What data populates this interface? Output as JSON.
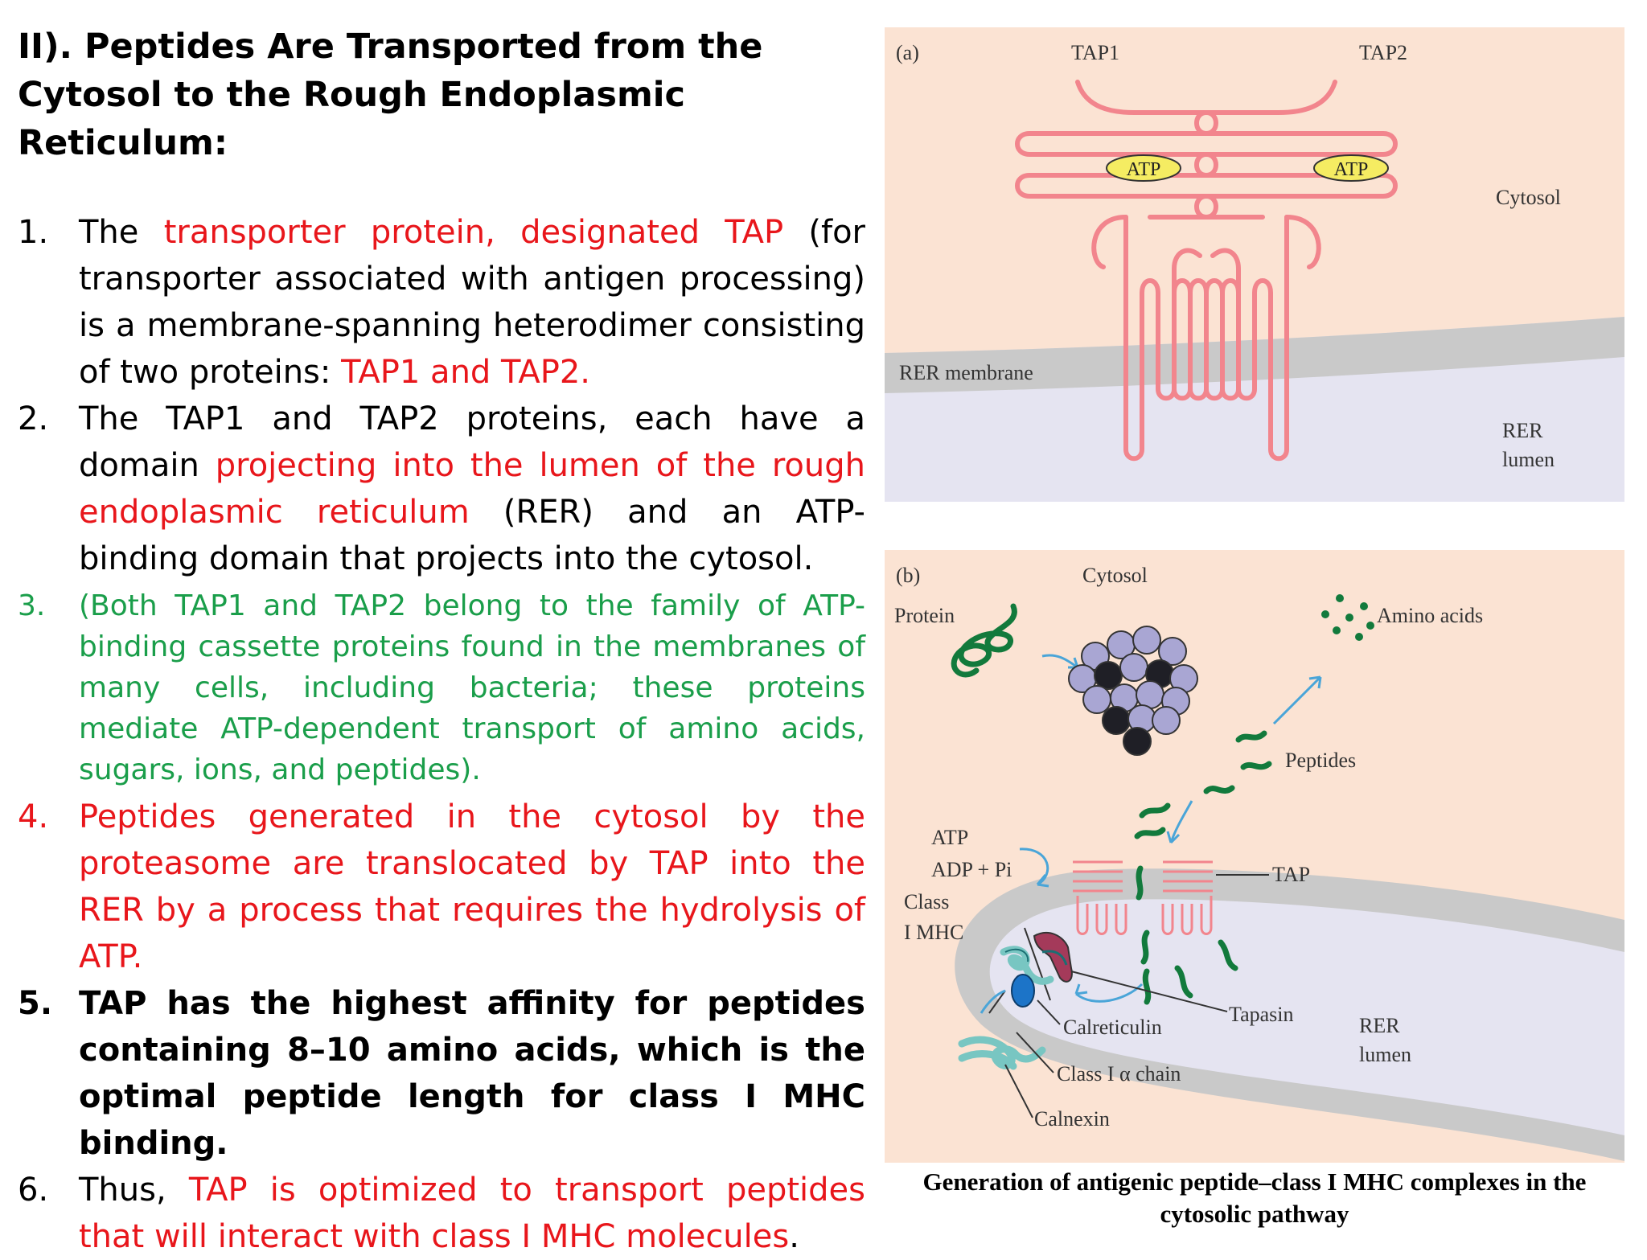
{
  "heading": "II). Peptides Are Transported from the Cytosol to the Rough Endoplasmic Reticulum:",
  "items": [
    {
      "num": "1.",
      "parts": [
        {
          "text": "The ",
          "color": "black"
        },
        {
          "text": "transporter protein, designated TAP",
          "color": "red"
        },
        {
          "text": " (for transporter associated with antigen processing) is a membrane-spanning heterodimer consisting of two proteins: ",
          "color": "black"
        },
        {
          "text": "TAP1 and TAP2.",
          "color": "red"
        }
      ]
    },
    {
      "num": "2.",
      "parts": [
        {
          "text": "The TAP1 and TAP2 proteins, each have a domain ",
          "color": "black"
        },
        {
          "text": "projecting into the lumen of the rough endoplasmic reticulum",
          "color": "red"
        },
        {
          "text": " (RER) and an ATP-binding domain that projects into the cytosol.",
          "color": "black"
        }
      ]
    },
    {
      "num": "3.",
      "parts": [
        {
          "text": "(Both TAP1 and TAP2 belong to the family of ATP-binding cassette proteins found in the membranes of many cells, including bacteria; these proteins mediate ATP-dependent transport of amino acids, sugars, ions, and peptides).",
          "color": "green"
        }
      ]
    },
    {
      "num": "4.",
      "parts": [
        {
          "text": "Peptides generated in the cytosol by the proteasome are translocated by TAP into the RER by a process that requires the hydrolysis of ATP.",
          "color": "red"
        }
      ]
    },
    {
      "num": "5.",
      "parts": [
        {
          "text": "TAP has the highest affinity for peptides containing 8–10 amino acids, which is the optimal peptide length for class I MHC binding.",
          "color": "bold"
        }
      ]
    },
    {
      "num": "6.",
      "parts": [
        {
          "text": "Thus, ",
          "color": "black"
        },
        {
          "text": "TAP is optimized to transport peptides that will interact with class I MHC molecules",
          "color": "red"
        },
        {
          "text": ".",
          "color": "black"
        }
      ]
    }
  ],
  "figure_a": {
    "label": "(a)",
    "tap1": "TAP1",
    "tap2": "TAP2",
    "atp": "ATP",
    "cytosol": "Cytosol",
    "membrane": "RER membrane",
    "lumen_1": "RER",
    "lumen_2": "lumen"
  },
  "figure_b": {
    "label": "(b)",
    "cytosol": "Cytosol",
    "protein": "Protein",
    "amino_acids": "Amino acids",
    "peptides": "Peptides",
    "atp": "ATP",
    "adp": "ADP + Pi",
    "tap": "TAP",
    "class_1": "Class",
    "class_2": "I MHC",
    "tapasin": "Tapasin",
    "calreticulin": "Calreticulin",
    "alpha_chain": "Class I α chain",
    "calnexin": "Calnexin",
    "lumen_1": "RER",
    "lumen_2": "lumen"
  },
  "caption": "Generation of antigenic peptide–class I MHC complexes in the cytosolic pathway",
  "colors": {
    "red": "#e8161b",
    "green": "#1a9e4a",
    "panel_bg": "#fbe3d3",
    "lumen_bg": "#e5e4f1",
    "membrane": "#c9c9c9",
    "tap_pink": "#f2858d",
    "peptide_green": "#127a3c"
  }
}
